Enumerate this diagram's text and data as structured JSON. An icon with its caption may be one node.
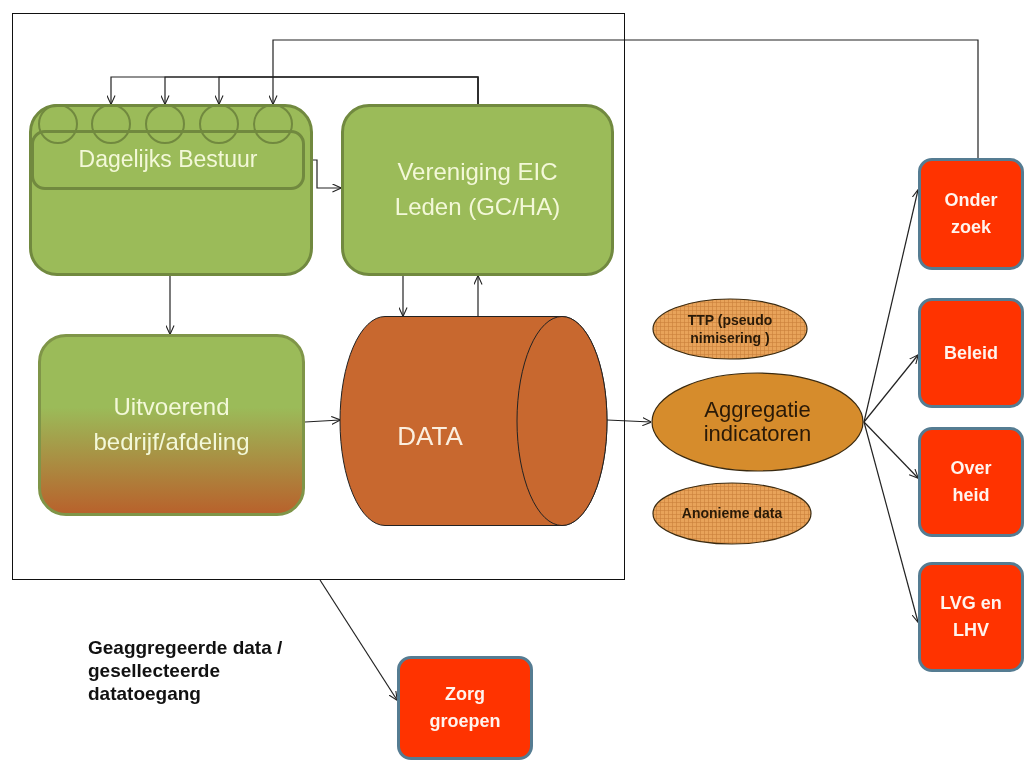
{
  "diagram": {
    "nodes": [
      {
        "text": [],
        "shape": "box"
      },
      {
        "text": [],
        "shape": "box",
        "in": 0
      },
      {
        "text": [
          "Dagelijks Bestuur"
        ],
        "in": 1
      },
      {
        "text": [],
        "shape": "circle",
        "in": 1
      },
      {
        "text": [],
        "shape": "circle",
        "in": 1
      },
      {
        "text": [],
        "shape": "circle",
        "in": 1
      },
      {
        "text": [],
        "shape": "circle",
        "in": 1
      },
      {
        "text": [],
        "shape": "circle",
        "in": 1
      },
      {
        "text": [
          "Vereniging EIC Leden (GC/HA)"
        ],
        "in": 0
      },
      {
        "text": [
          "Uitvoerend bedrijf/afdeling"
        ],
        "in": 0
      },
      {
        "text": [
          "DATA"
        ],
        "in": 0
      },
      {
        "text": [
          "TTP (pseudo nimisering )"
        ]
      },
      {
        "text": [
          "Aggregatie indicatoren"
        ]
      },
      {
        "text": [
          "Anonieme data"
        ]
      },
      {
        "text": [
          "Onder zoek"
        ]
      },
      {
        "text": [
          "Beleid"
        ]
      },
      {
        "text": [
          "Over heid"
        ]
      },
      {
        "text": [
          "LVG en LHV"
        ]
      },
      {
        "text": [
          "Zorg groepen"
        ]
      }
    ],
    "edges": [
      {
        "from": 8,
        "to": 4,
        "arrow": "to"
      },
      {
        "from": 8,
        "to": 5,
        "arrow": "to"
      },
      {
        "from": 8,
        "to": 6,
        "arrow": "to"
      },
      {
        "from": 14,
        "to": 7,
        "arrow": "to"
      },
      {
        "from": 2,
        "to": 8,
        "arrow": "to"
      },
      {
        "from": 1,
        "to": 9,
        "arrow": "to"
      },
      {
        "from": 8,
        "to": 10,
        "arrow": "to"
      },
      {
        "from": 10,
        "to": 8,
        "arrow": "to"
      },
      {
        "from": 9,
        "to": 10,
        "arrow": "to"
      },
      {
        "from": 10,
        "to": 12,
        "arrow": "to"
      },
      {
        "from": 12,
        "to": 14,
        "arrow": "to"
      },
      {
        "from": 12,
        "to": 15,
        "arrow": "to"
      },
      {
        "from": 12,
        "to": 16,
        "arrow": "to"
      },
      {
        "from": 12,
        "to": 17,
        "arrow": "to"
      },
      {
        "from": 0,
        "to": 18,
        "arrow": "to",
        "label": "Geaggregeerde data / gesellecteerde datatoegang"
      }
    ]
  }
}
